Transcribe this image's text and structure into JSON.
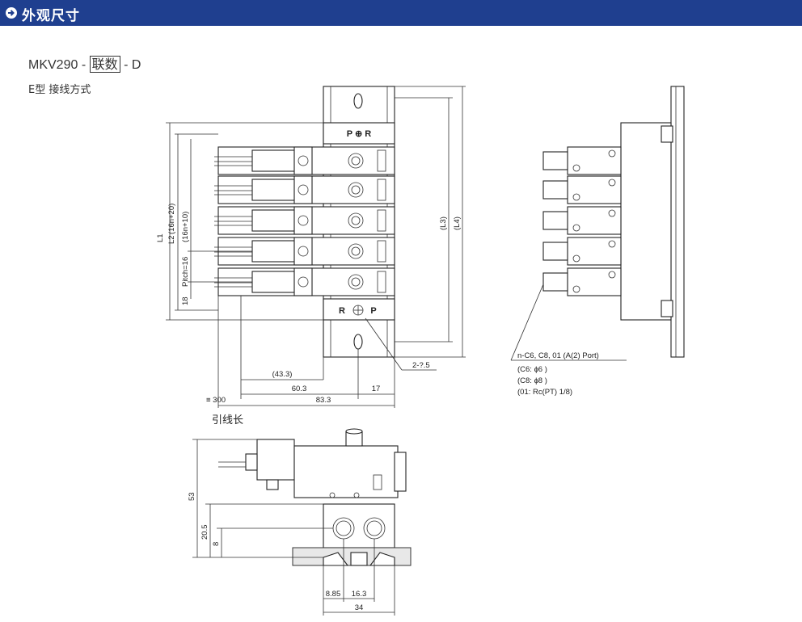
{
  "header": {
    "title": "外观尺寸",
    "arrow_icon": "arrow-right-circle-icon",
    "bar_color": "#1f3f8f"
  },
  "model": {
    "prefix": "MKV290 -",
    "boxed": "联数",
    "suffix": "- D"
  },
  "wiring_label": "E型 接线方式",
  "front_view": {
    "port_top": "P ⊕ R",
    "port_bottom_r": "R",
    "port_bottom_p": "P",
    "dim_l1": "L1",
    "dim_l2": "(16n+20)",
    "dim_l2_prefix": "L2",
    "dim_16n10": "(16n+10)",
    "dim_pitch": "Pitch=16",
    "dim_18": "18",
    "dim_l3": "(L3)",
    "dim_l4": "(L4)",
    "dim_433": "(43.3)",
    "dim_603": "60.3",
    "dim_17": "17",
    "dim_833": "83.3",
    "dim_300": "≡ 300",
    "dim_hole": "2-?.5",
    "lead_label": "引线长"
  },
  "side_view": {
    "callout_1": "n-C6,  C8,  01 (A(2)  Port)",
    "callout_2": "(C6:  ɸ6   )",
    "callout_3": "(C8:  ɸ8   )",
    "callout_4": "(01:  Rc(PT)   1/8)"
  },
  "bottom_view": {
    "dim_53": "53",
    "dim_205": "20.5",
    "dim_8": "8",
    "dim_885": "8.85",
    "dim_163": "16.3",
    "dim_34": "34"
  }
}
